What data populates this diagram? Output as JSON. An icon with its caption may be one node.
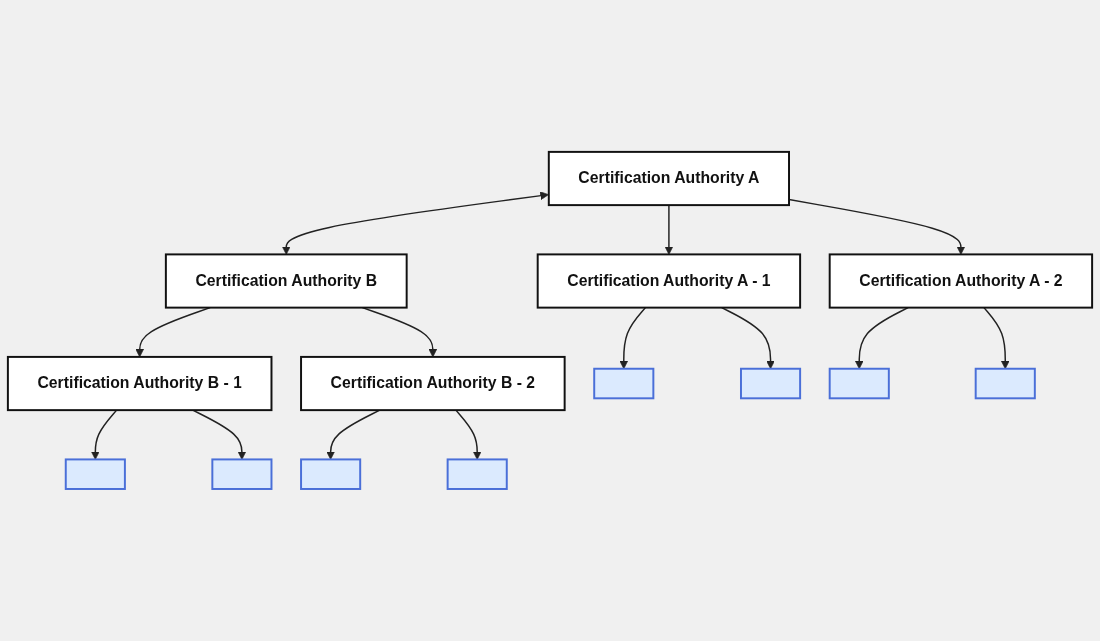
{
  "diagram": {
    "nodes": [
      {
        "text": [
          "Certification Authority A"
        ]
      },
      {
        "text": [
          "Certification Authority B"
        ]
      },
      {
        "text": [
          "Certification Authority A - 1"
        ]
      },
      {
        "text": [
          "Certification Authority A - 2"
        ]
      },
      {
        "text": [
          "Certification Authority B - 1"
        ]
      },
      {
        "text": [
          "Certification Authority B - 2"
        ]
      },
      {
        "text": [],
        "shape": "box"
      },
      {
        "text": [],
        "shape": "box"
      },
      {
        "text": [],
        "shape": "box"
      },
      {
        "text": [],
        "shape": "box"
      },
      {
        "text": [],
        "shape": "box"
      },
      {
        "text": [],
        "shape": "box"
      },
      {
        "text": [],
        "shape": "box"
      },
      {
        "text": [],
        "shape": "box"
      }
    ],
    "edges": [
      {
        "from": 0,
        "to": 1,
        "arrow": "both"
      },
      {
        "from": 0,
        "to": 2,
        "arrow": "to"
      },
      {
        "from": 0,
        "to": 3,
        "arrow": "to"
      },
      {
        "from": 1,
        "to": 4,
        "arrow": "to"
      },
      {
        "from": 1,
        "to": 5,
        "arrow": "to"
      },
      {
        "from": 2,
        "to": 6,
        "arrow": "to"
      },
      {
        "from": 2,
        "to": 7,
        "arrow": "to"
      },
      {
        "from": 3,
        "to": 8,
        "arrow": "to"
      },
      {
        "from": 3,
        "to": 9,
        "arrow": "to"
      },
      {
        "from": 4,
        "to": 10,
        "arrow": "to"
      },
      {
        "from": 4,
        "to": 11,
        "arrow": "to"
      },
      {
        "from": 5,
        "to": 12,
        "arrow": "to"
      },
      {
        "from": 5,
        "to": 13,
        "arrow": "to"
      }
    ]
  }
}
